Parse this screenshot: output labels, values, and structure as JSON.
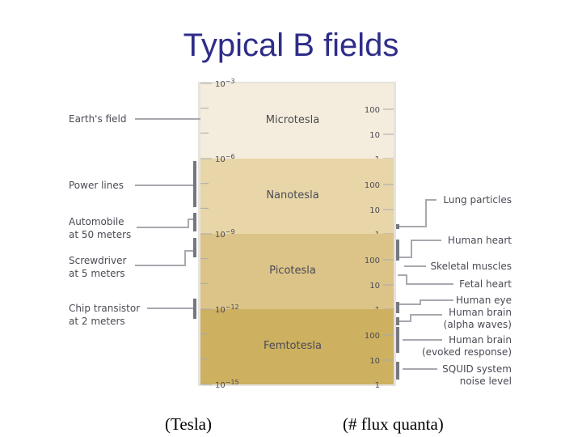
{
  "title": "Typical B fields",
  "captions": {
    "left": "(Tesla)",
    "right": "(# flux quanta)"
  },
  "colors": {
    "title": "#2e2d88",
    "label": "#4a4a55",
    "connector": "#a8a8b0",
    "bracket": "#77777f",
    "band_border": "#e6e3dc",
    "bands": [
      "#f4ecdc",
      "#e8d6a8",
      "#dcc488",
      "#cdb060"
    ]
  },
  "bands": [
    {
      "name": "Microtesla",
      "top_exp": "10",
      "top_sup": "−3"
    },
    {
      "name": "Nanotesla",
      "top_exp": "10",
      "top_sup": "−6"
    },
    {
      "name": "Picotesla",
      "top_exp": "10",
      "top_sup": "−9"
    },
    {
      "name": "Femtotesla",
      "top_exp": "10",
      "top_sup": "−12"
    }
  ],
  "bottom_exponent": {
    "base": "10",
    "sup": "−15"
  },
  "flux_ticks": [
    "100",
    "10",
    "1"
  ],
  "left_sources": [
    {
      "lines": [
        "Earth's field"
      ]
    },
    {
      "lines": [
        "Power lines"
      ]
    },
    {
      "lines": [
        "Automobile",
        "at 50 meters"
      ]
    },
    {
      "lines": [
        "Screwdriver",
        "at 5 meters"
      ]
    },
    {
      "lines": [
        "Chip transistor",
        "at 2 meters"
      ]
    }
  ],
  "right_sources": [
    {
      "lines": [
        "Lung particles"
      ]
    },
    {
      "lines": [
        "Human heart"
      ]
    },
    {
      "lines": [
        "Skeletal muscles"
      ]
    },
    {
      "lines": [
        "Fetal heart"
      ]
    },
    {
      "lines": [
        "Human eye"
      ]
    },
    {
      "lines": [
        "Human brain",
        "(alpha waves)"
      ]
    },
    {
      "lines": [
        "Human brain",
        "(evoked response)"
      ]
    },
    {
      "lines": [
        "SQUID system",
        "noise level"
      ]
    }
  ]
}
